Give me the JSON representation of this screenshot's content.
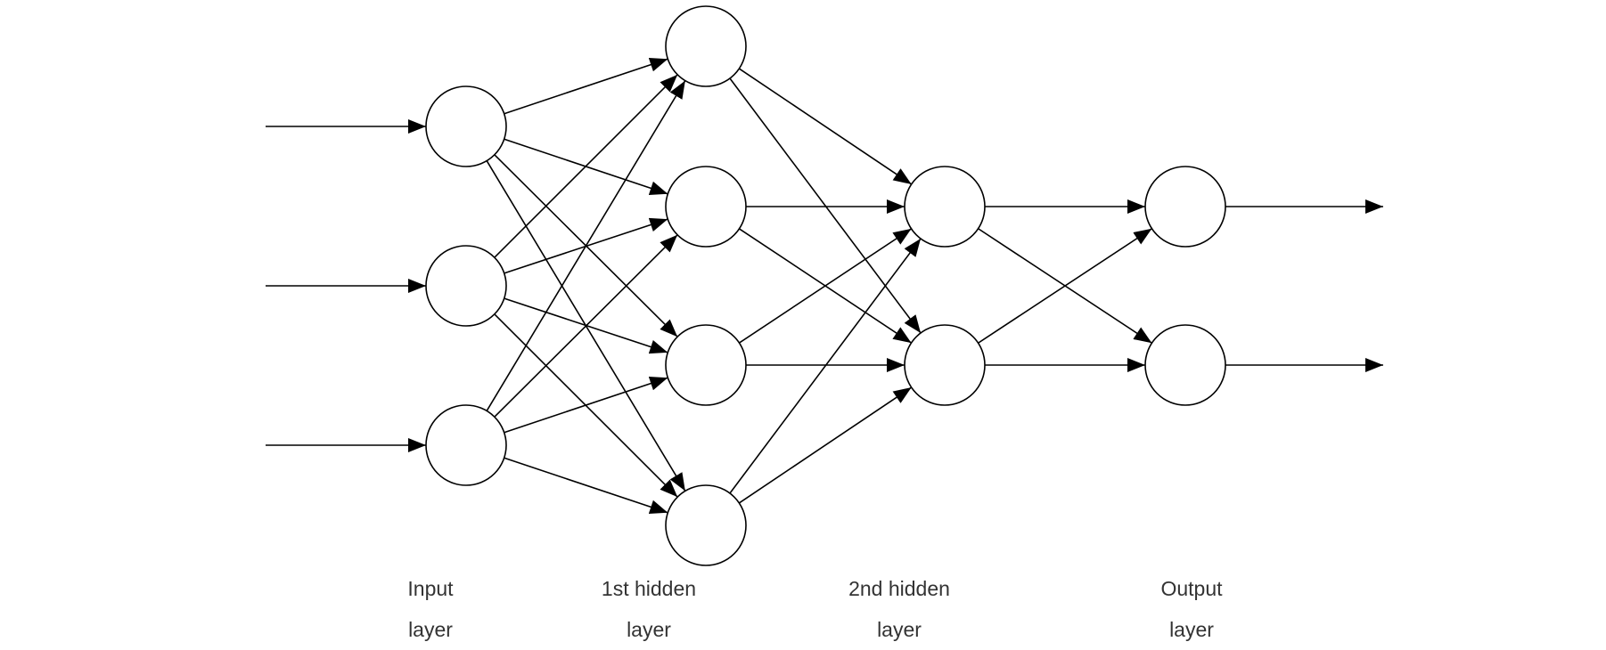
{
  "diagram": {
    "title": "",
    "colors": {
      "stroke": "#000000",
      "node_fill": "#ffffff",
      "label": "#333333"
    },
    "layers": [
      {
        "id": "input",
        "label_line1": "Input",
        "label_line2": "layer",
        "nodes": 3
      },
      {
        "id": "hidden1",
        "label_line1": "1st hidden",
        "label_line2": "layer",
        "nodes": 4
      },
      {
        "id": "hidden2",
        "label_line1": "2nd hidden",
        "label_line2": "layer",
        "nodes": 2
      },
      {
        "id": "output",
        "label_line1": "Output",
        "label_line2": "layer",
        "nodes": 2
      }
    ],
    "connectivity": "fully-connected",
    "external_inputs": 3,
    "external_outputs": 2
  }
}
